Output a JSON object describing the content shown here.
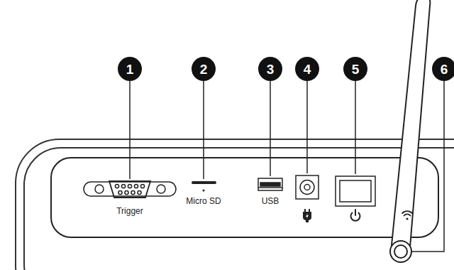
{
  "diagram": {
    "labels": [
      "1",
      "2",
      "3",
      "4",
      "5",
      "6",
      "Trigger",
      "Micro SD",
      "USB"
    ]
  }
}
